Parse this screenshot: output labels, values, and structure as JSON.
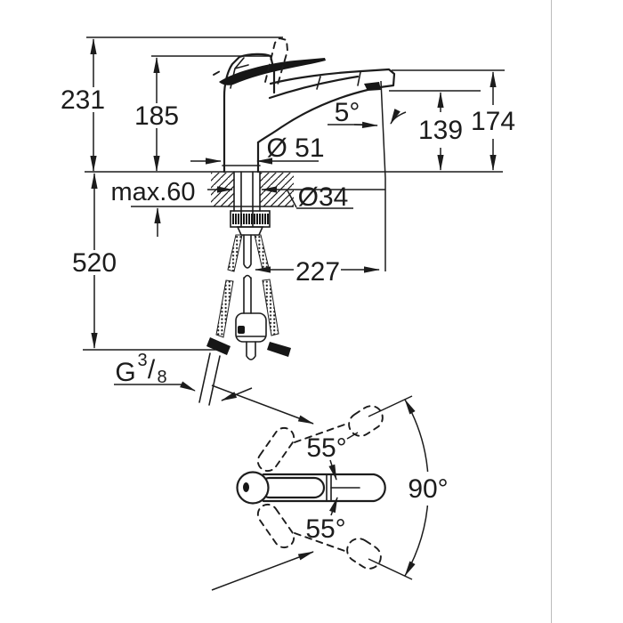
{
  "meta": {
    "drawing_type": "faucet installation dimension drawing",
    "background": "#ffffff",
    "line_color": "#1c1c1c",
    "edge_line_color": "#bcbcbc"
  },
  "side_view": {
    "overall_height": "231",
    "body_height": "185",
    "under_counter_length": "520",
    "counter_thickness_max": "max.60",
    "base_diameter": "Ø 51",
    "hole_diameter": "Ø34",
    "spout_reach": "227",
    "spray_angle": "5°",
    "outlet_height": "139",
    "spout_end_height": "174",
    "thread": {
      "g": "G",
      "numerator": "3",
      "slash": "/",
      "denominator": "8"
    }
  },
  "plan_view": {
    "swivel_upper": "55°",
    "swivel_lower": "55°",
    "swivel_total": "90°"
  }
}
